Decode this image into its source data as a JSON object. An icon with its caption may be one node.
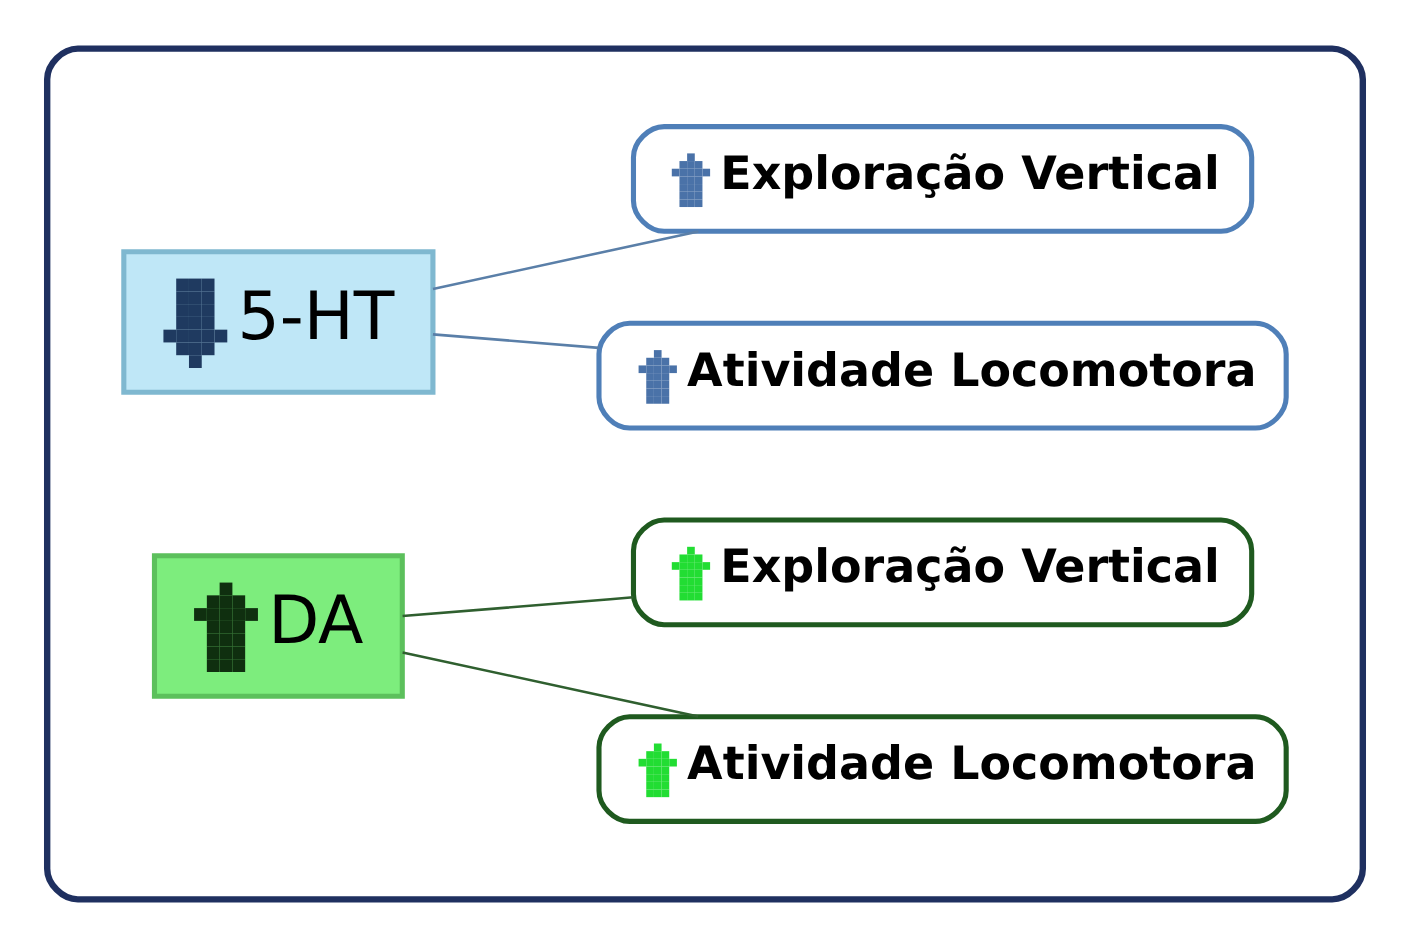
{
  "diagram": {
    "nodes": [
      {
        "text": [],
        "shape": "box"
      },
      {
        "text": [
          "5-HT"
        ],
        "in": 0
      },
      {
        "text": [
          "Atividade Locomotora"
        ],
        "in": 0
      },
      {
        "text": [
          "Exploração Vertical"
        ],
        "in": 0
      },
      {
        "text": [
          "DA"
        ],
        "in": 0
      },
      {
        "text": [
          "Atividade Locomotora"
        ],
        "in": 0
      },
      {
        "text": [
          "Exploração Vertical"
        ],
        "in": 0
      }
    ],
    "edges": [
      {
        "from": 1,
        "to": 2,
        "arrow": "none"
      },
      {
        "from": 1,
        "to": 3,
        "arrow": "none"
      },
      {
        "from": 4,
        "to": 5,
        "arrow": "none",
        "color": "#2f5f2f"
      },
      {
        "from": 4,
        "to": 6,
        "arrow": "none",
        "color": "#2f5f2f"
      }
    ]
  }
}
